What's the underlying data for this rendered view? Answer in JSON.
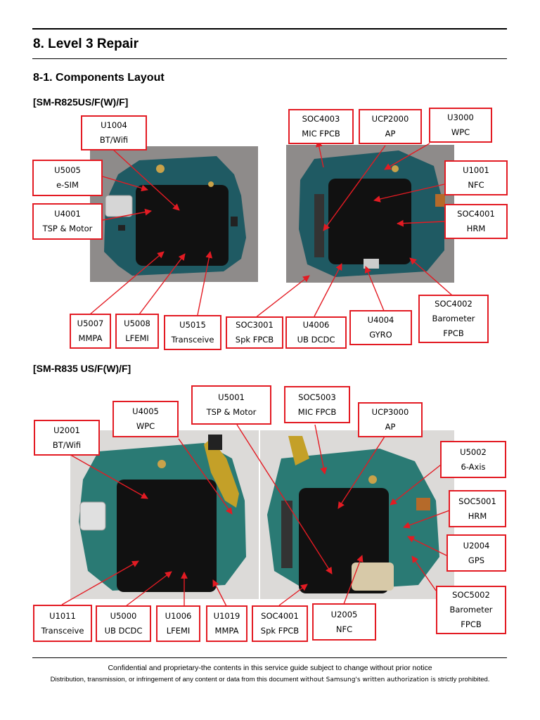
{
  "header": {
    "section_title": "8. Level 3 Repair",
    "subsection_title": "8-1. Components Layout"
  },
  "model_a": {
    "title": "[SM-R825US/F(W)/F]",
    "labels": {
      "u1004": {
        "code": "U1004",
        "desc": "BT/Wifi"
      },
      "u5005": {
        "code": "U5005",
        "desc": "e-SIM"
      },
      "u4001": {
        "code": "U4001",
        "desc": "TSP & Motor"
      },
      "u5007": {
        "code": "U5007",
        "desc": "MMPA"
      },
      "u5008": {
        "code": "U5008",
        "desc": "LFEMI"
      },
      "u5015": {
        "code": "U5015",
        "desc": "Transceive"
      },
      "soc4003": {
        "code": "SOC4003",
        "desc": "MIC FPCB"
      },
      "ucp2000": {
        "code": "UCP2000",
        "desc": "AP"
      },
      "u3000": {
        "code": "U3000",
        "desc": "WPC"
      },
      "u1001": {
        "code": "U1001",
        "desc": "NFC"
      },
      "soc4001": {
        "code": "SOC4001",
        "desc": "HRM"
      },
      "soc4002": {
        "code": "SOC4002",
        "desc": "Barometer",
        "desc2": "FPCB"
      },
      "soc3001": {
        "code": "SOC3001",
        "desc": "Spk FPCB"
      },
      "u4006": {
        "code": "U4006",
        "desc": "UB DCDC"
      },
      "u4004": {
        "code": "U4004",
        "desc": "GYRO"
      }
    }
  },
  "model_b": {
    "title": "[SM-R835 US/F(W)/F]",
    "labels": {
      "u2001": {
        "code": "U2001",
        "desc": "BT/Wifi"
      },
      "u4005": {
        "code": "U4005",
        "desc": "WPC"
      },
      "u5001": {
        "code": "U5001",
        "desc": "TSP & Motor"
      },
      "soc5003": {
        "code": "SOC5003",
        "desc": "MIC FPCB"
      },
      "ucp3000": {
        "code": "UCP3000",
        "desc": "AP"
      },
      "u5002": {
        "code": "U5002",
        "desc": "6-Axis"
      },
      "soc5001": {
        "code": "SOC5001",
        "desc": "HRM"
      },
      "u2004": {
        "code": "U2004",
        "desc": "GPS"
      },
      "soc5002": {
        "code": "SOC5002",
        "desc": "Barometer",
        "desc2": "FPCB"
      },
      "u1011": {
        "code": "U1011",
        "desc": "Transceive"
      },
      "u5000": {
        "code": "U5000",
        "desc": "UB DCDC"
      },
      "u1006": {
        "code": "U1006",
        "desc": "LFEMI"
      },
      "u1019": {
        "code": "U1019",
        "desc": "MMPA"
      },
      "soc4001": {
        "code": "SOC4001",
        "desc": "Spk FPCB"
      },
      "u2005": {
        "code": "U2005",
        "desc": "NFC"
      }
    }
  },
  "footer": {
    "line1": "Confidential and proprietary-the contents in this service guide subject to change without prior notice",
    "line2_prefix": "Distribution, transmission, or infringement of any content or data from this document ",
    "line2_emph": "without Samsung's written authorization is",
    "line2_suffix": " strictly prohibited."
  },
  "colors": {
    "callout": "#e31b23",
    "pcb_board": "#1f5a63",
    "shield": "#111111"
  }
}
